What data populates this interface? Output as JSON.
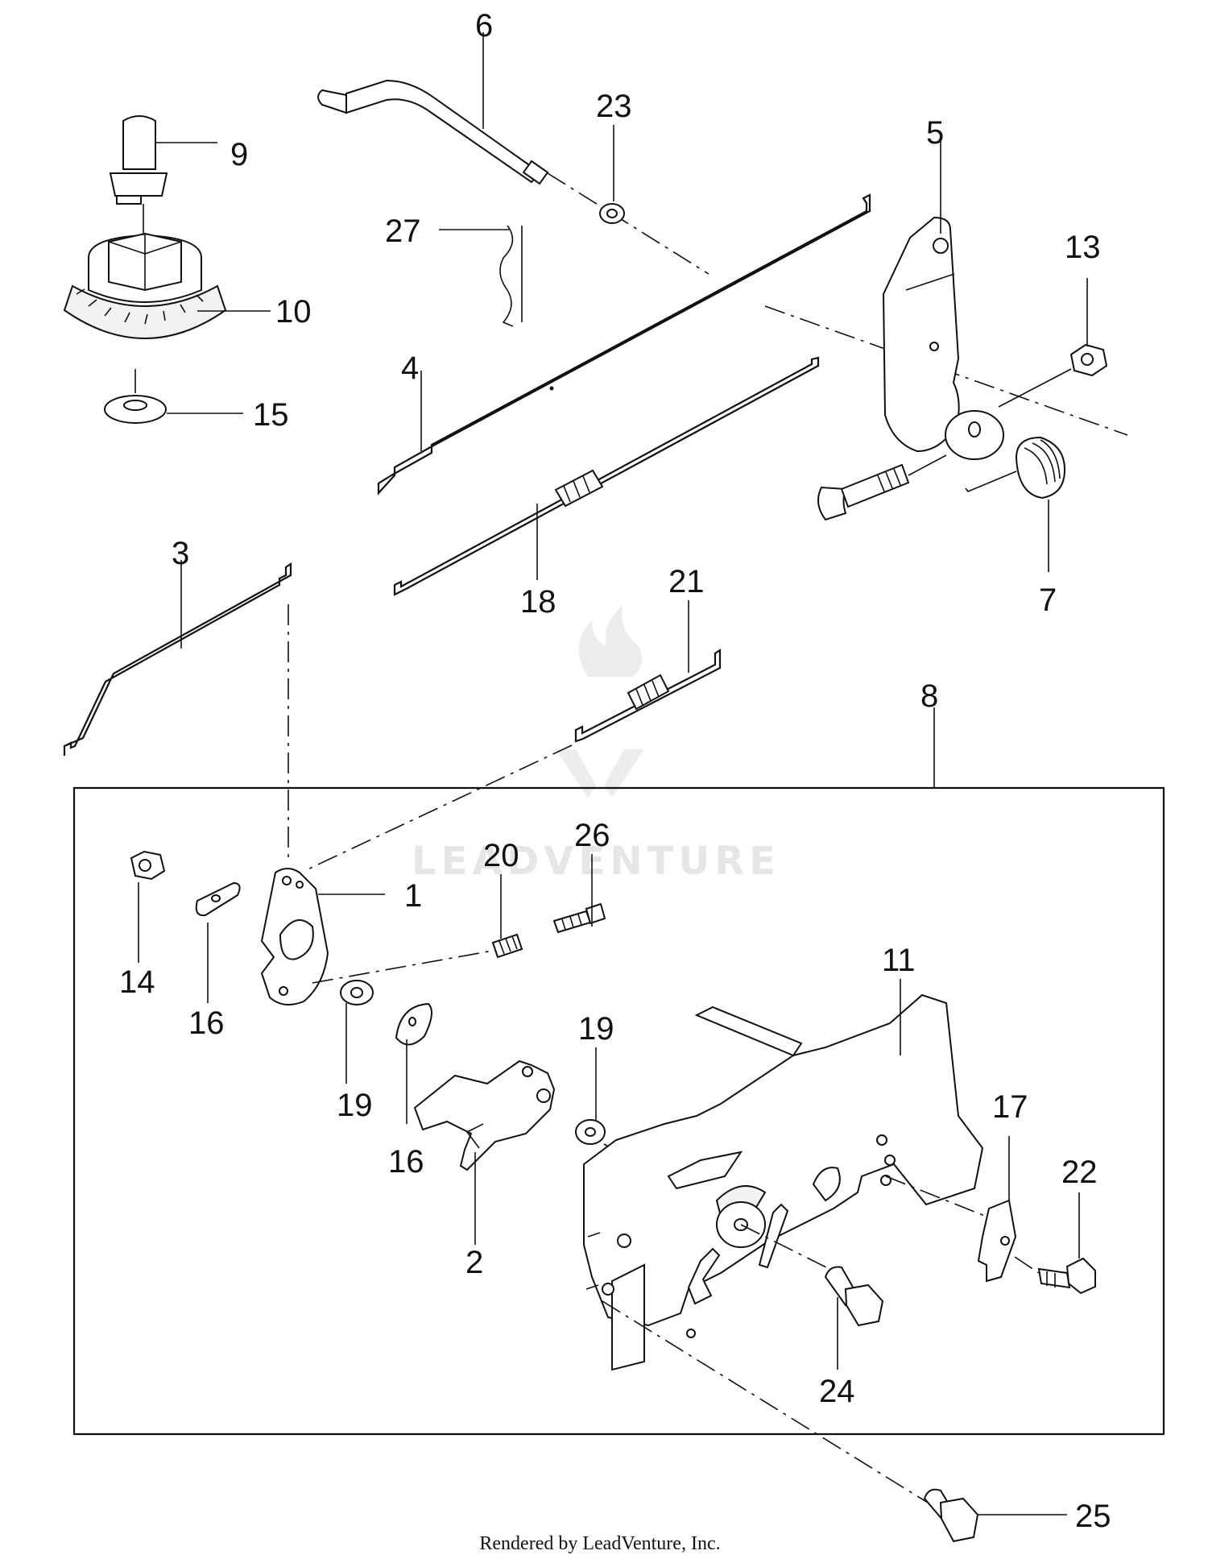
{
  "diagram": {
    "callouts": [
      {
        "id": "1",
        "text": "1"
      },
      {
        "id": "2",
        "text": "2"
      },
      {
        "id": "3",
        "text": "3"
      },
      {
        "id": "4",
        "text": "4"
      },
      {
        "id": "5",
        "text": "5"
      },
      {
        "id": "6",
        "text": "6"
      },
      {
        "id": "7",
        "text": "7"
      },
      {
        "id": "8",
        "text": "8"
      },
      {
        "id": "9",
        "text": "9"
      },
      {
        "id": "10",
        "text": "10"
      },
      {
        "id": "11",
        "text": "11"
      },
      {
        "id": "13",
        "text": "13"
      },
      {
        "id": "14",
        "text": "14"
      },
      {
        "id": "15",
        "text": "15"
      },
      {
        "id": "16a",
        "text": "16"
      },
      {
        "id": "16b",
        "text": "16"
      },
      {
        "id": "17",
        "text": "17"
      },
      {
        "id": "18",
        "text": "18"
      },
      {
        "id": "19a",
        "text": "19"
      },
      {
        "id": "19b",
        "text": "19"
      },
      {
        "id": "20",
        "text": "20"
      },
      {
        "id": "21",
        "text": "21"
      },
      {
        "id": "22",
        "text": "22"
      },
      {
        "id": "23",
        "text": "23"
      },
      {
        "id": "24",
        "text": "24"
      },
      {
        "id": "25",
        "text": "25"
      },
      {
        "id": "26",
        "text": "26"
      },
      {
        "id": "27",
        "text": "27"
      }
    ],
    "watermark": "LEADVENTURE",
    "footer": "Rendered by LeadVenture, Inc."
  }
}
